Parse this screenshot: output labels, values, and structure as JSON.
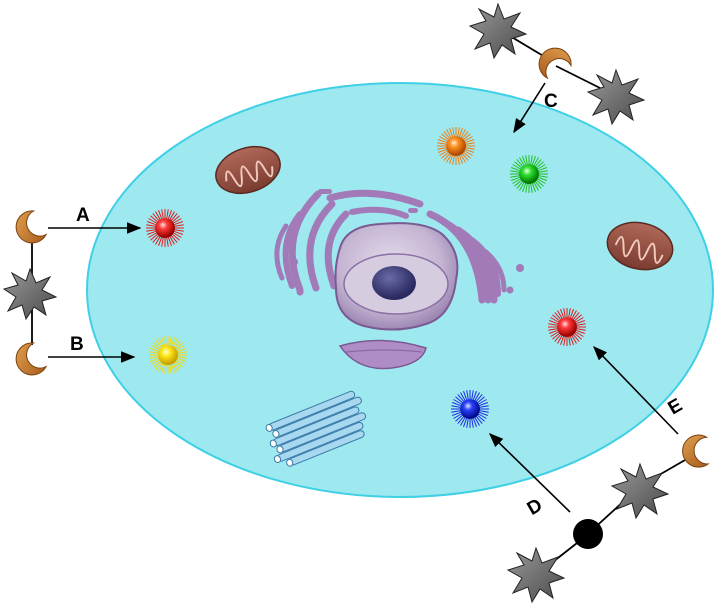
{
  "labels": {
    "a": "A",
    "b": "B",
    "c": "C",
    "d": "D",
    "e": "E"
  },
  "colors": {
    "cytoplasm": "#9ee8f0",
    "cytoplasm_stroke": "#3fd0e6",
    "organelle_purple": "#a37ab8",
    "mitochondrion": "#9a5446",
    "receptor": "#c77a2e",
    "ligand": "#6b6b6b",
    "vesicle_red": "#e01a1a",
    "vesicle_yellow": "#f2d800",
    "vesicle_orange": "#f07c10",
    "vesicle_green": "#20c020",
    "vesicle_blue": "#1a2ce0",
    "microtubule": "#8fc8e8"
  },
  "parts": [
    "cytoplasm",
    "nucleus",
    "golgi-apparatus",
    "endoplasmic-reticulum",
    "mitochondrion",
    "centriole",
    "vesicle",
    "receptor",
    "ligand"
  ]
}
